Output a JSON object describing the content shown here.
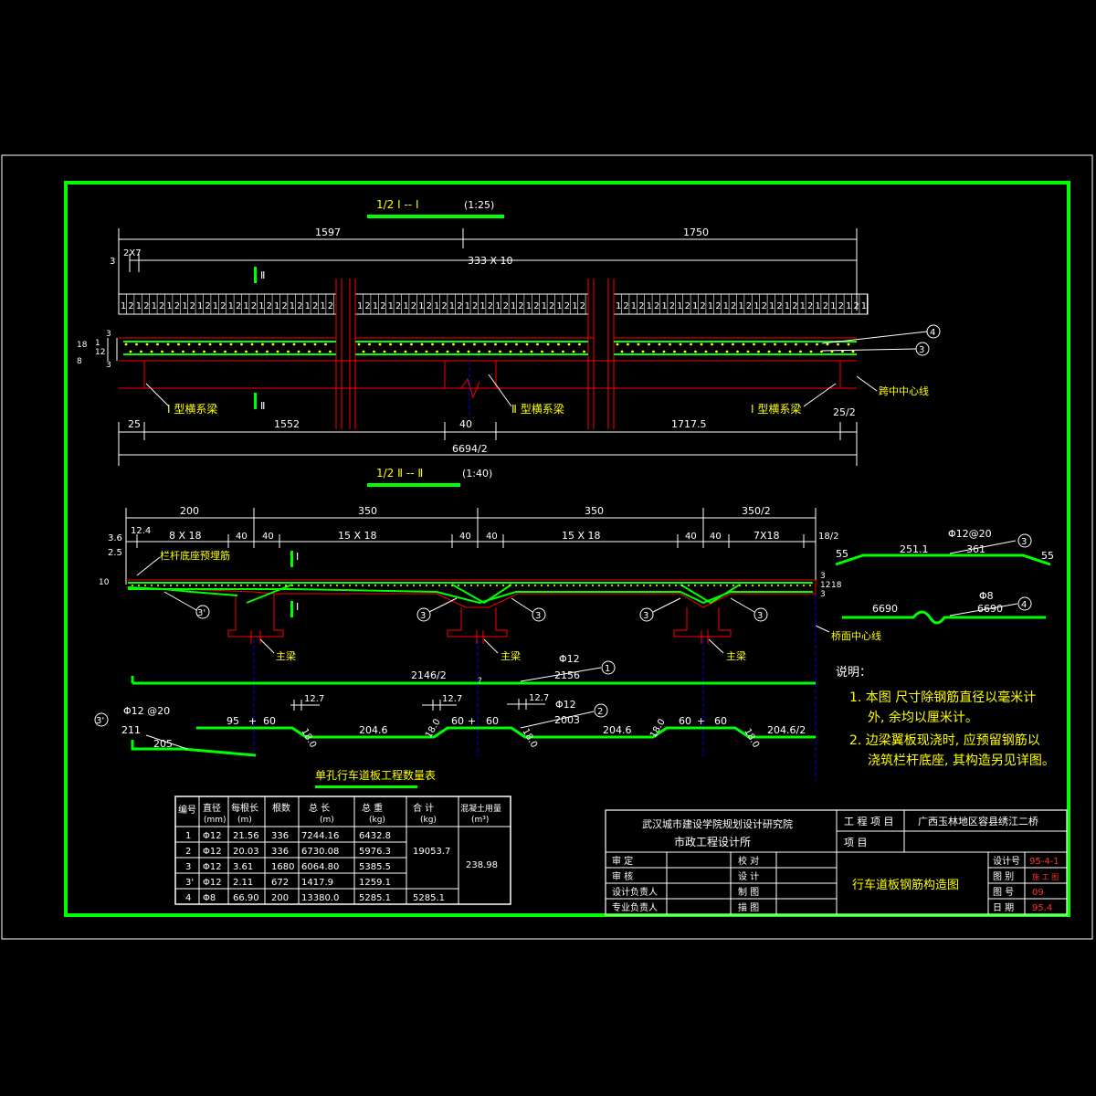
{
  "colors": {
    "background": "#000000",
    "frame": "#00ff00",
    "dimension": "#ffffff",
    "outline": "#ff0000",
    "rebar": "#00ff00",
    "annotation": "#ffff00",
    "centerline": "#0000ff",
    "marker": "#ffffff"
  },
  "section1": {
    "title": "1/2 Ⅰ -- Ⅰ",
    "scale": "(1:25)",
    "dim_left": "1597",
    "dim_right": "1750",
    "dim_small_a": "3",
    "dim_small_b": "2X7",
    "dim_span": "333 X 10",
    "pattern_a": "1",
    "pattern_b": "2",
    "section_mark": "Ⅱ",
    "side_dims": [
      "18",
      "8",
      "1",
      "12",
      "3",
      "3"
    ],
    "label_beam_left": "Ⅰ 型横系梁",
    "label_beam_mid": "Ⅱ 型横系梁",
    "label_beam_right": "Ⅰ 型横系梁",
    "label_centerline": "跨中中心线",
    "bottom_dims": [
      "25",
      "1552",
      "40",
      "1717.5",
      "25/2"
    ],
    "total": "6694/2",
    "marker_3": "3",
    "marker_4": "4"
  },
  "section2": {
    "title": "1/2 Ⅱ -- Ⅱ",
    "scale": "(1:40)",
    "top_dims": [
      "200",
      "350",
      "350",
      "350/2"
    ],
    "sub_dims": [
      "3.6",
      "12.4",
      "8 X 18",
      "40",
      "40",
      "15 X 18",
      "40",
      "40",
      "15 X 18",
      "40",
      "40",
      "7X18",
      "18/2"
    ],
    "dim_25": "2.5",
    "section_mark": "Ⅰ",
    "label_rail": "栏杆底座预埋筋",
    "label_main_beam": "主梁",
    "label_bridge_center": "桥面中心线",
    "small_left": "10",
    "small_right": [
      "3",
      "12",
      "18",
      "3"
    ],
    "marker_3p": "3'",
    "marker_3": "3"
  },
  "bar_details": {
    "bar3": {
      "spec": "Φ12@20",
      "dims": [
        "55",
        "251.1",
        "361",
        "55"
      ],
      "marker": "3"
    },
    "bar4": {
      "spec": "Φ8",
      "dims": [
        "6690",
        "6690"
      ],
      "marker": "4"
    },
    "bar1": {
      "spec": "Φ12",
      "dims": [
        "2146/2",
        "2156"
      ],
      "marker": "1",
      "mark_q": "?"
    },
    "bar2": {
      "spec": "Φ12",
      "dims": [
        "95",
        "+",
        "60",
        "18.0",
        "204.6",
        "18.0",
        "60",
        "+",
        "60",
        "18.0",
        "2003",
        "204.6",
        "18.0",
        "60",
        "+",
        "60",
        "18.0",
        "204.6/2"
      ],
      "small": [
        "12.7",
        "12.7",
        "12.7"
      ],
      "marker": "2"
    },
    "bar3p": {
      "spec": "Φ12 @20",
      "dims": [
        "211",
        "205"
      ],
      "marker": "3'"
    }
  },
  "notes": {
    "heading": "说明：",
    "line1a": "1. 本图 尺寸除钢筋直径以毫米计",
    "line1b": "外, 余均以厘米计。",
    "line2a": "2. 边梁翼板现浇时, 应预留钢筋以",
    "line2b": "浇筑栏杆底座, 其构造另见详图。"
  },
  "quantity_table": {
    "title": "单孔行车道板工程数量表",
    "headers": [
      "编号",
      "直径",
      "每根长",
      "根数",
      "总    长",
      "总    重",
      "合    计",
      "混凝土用量"
    ],
    "subheaders": [
      "",
      "(mm)",
      "(m)",
      "",
      "(m)",
      "(kg)",
      "(kg)",
      "(m³)"
    ],
    "rows": [
      [
        "1",
        "Φ12",
        "21.56",
        "336",
        "7244.16",
        "6432.8"
      ],
      [
        "2",
        "Φ12",
        "20.03",
        "336",
        "6730.08",
        "5976.3"
      ],
      [
        "3",
        "Φ12",
        "3.61",
        "1680",
        "6064.80",
        "5385.5"
      ],
      [
        "3'",
        "Φ12",
        "2.11",
        "672",
        "1417.9",
        "1259.1"
      ],
      [
        "4",
        "Φ8",
        "66.90",
        "200",
        "13380.0",
        "5285.1",
        "5285.1"
      ]
    ],
    "subtotal_12": "19053.7",
    "concrete": "238.98"
  },
  "title_block": {
    "institute": "武汉城市建设学院规划设计研究院",
    "department": "市政工程设计所",
    "project_label": "工 程 项 目",
    "project_value": "广西玉林地区容县绣江二桥",
    "item_label": "项      目",
    "drawing_title": "行车道板钢筋构造图",
    "left_roles": [
      "审    定",
      "审    核",
      "设计负责人",
      "专业负责人"
    ],
    "mid_roles": [
      "校 对",
      "设 计",
      "制 图",
      "描 图"
    ],
    "right_labels": [
      "设计号",
      "图 别",
      "图 号",
      "日 期"
    ],
    "right_values": [
      "95-4-1",
      "施 工 图",
      "09",
      "95.4"
    ]
  }
}
